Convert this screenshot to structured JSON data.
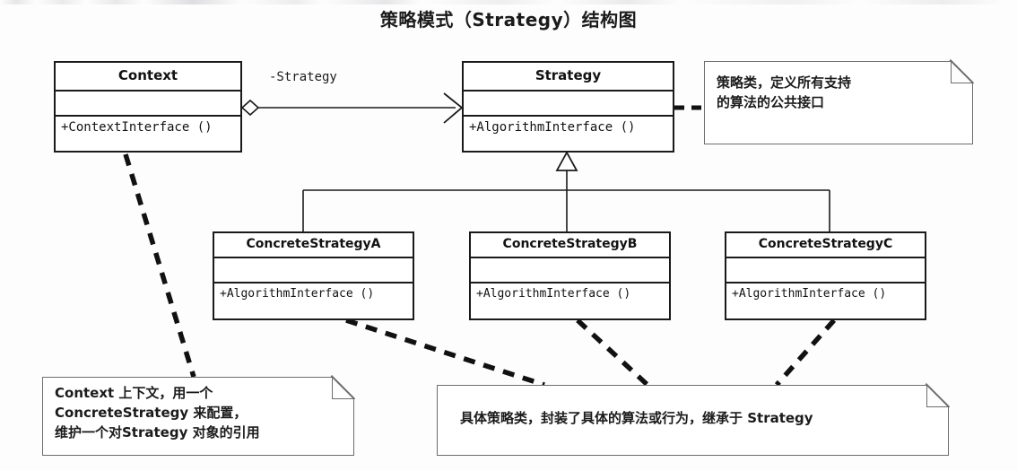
{
  "title": "策略模式（Strategy）结构图",
  "colors": {
    "background": "#fdfdfd",
    "class_border": "#1a1a1a",
    "note_border": "#6d6d6d",
    "line": "#1a1a1a",
    "dashed_line": "#111111",
    "text": "#121212"
  },
  "classes": {
    "context": {
      "name": "Context",
      "attributes": "",
      "operations": "+ContextInterface ()"
    },
    "strategy": {
      "name": "Strategy",
      "attributes": "",
      "operations": "+AlgorithmInterface ()"
    },
    "concrete_a": {
      "name": "ConcreteStrategyA",
      "attributes": "",
      "operations": "+AlgorithmInterface ()"
    },
    "concrete_b": {
      "name": "ConcreteStrategyB",
      "attributes": "",
      "operations": "+AlgorithmInterface ()"
    },
    "concrete_c": {
      "name": "ConcreteStrategyC",
      "attributes": "",
      "operations": "+AlgorithmInterface ()"
    }
  },
  "edges": {
    "association_label": "-Strategy"
  },
  "notes": {
    "strategy_note": "策略类，定义所有支持\n的算法的公共接口",
    "context_note": "Context 上下文，用一个\nConcreteStrategy 来配置，\n维护一个对Strategy 对象的引用",
    "concrete_note": "具体策略类，封装了具体的算法或行为，继承于 Strategy"
  }
}
